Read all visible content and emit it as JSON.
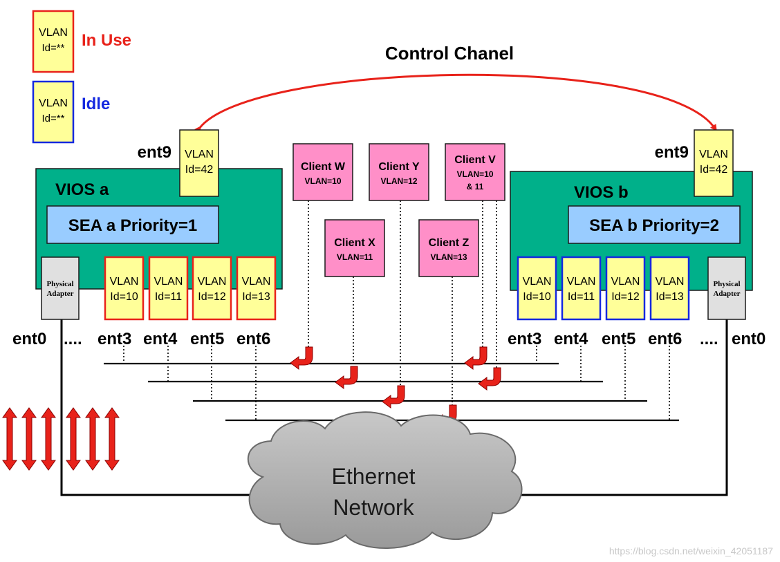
{
  "legend": {
    "in_use": {
      "vlan": "VLAN",
      "id": "Id=**",
      "label": "In Use"
    },
    "idle": {
      "vlan": "VLAN",
      "id": "Id=**",
      "label": "Idle"
    }
  },
  "control_channel": "Control Chanel",
  "vios_a": {
    "title": "VIOS a",
    "sea": "SEA a Priority=1",
    "ent9": "ent9",
    "ctrl_vlan": {
      "vlan": "VLAN",
      "id": "Id=42"
    },
    "physical_adapter": [
      "Physical",
      "Adapter"
    ],
    "vlans": [
      {
        "vlan": "VLAN",
        "id": "Id=10"
      },
      {
        "vlan": "VLAN",
        "id": "Id=11"
      },
      {
        "vlan": "VLAN",
        "id": "Id=12"
      },
      {
        "vlan": "VLAN",
        "id": "Id=13"
      }
    ],
    "ent_labels": [
      "ent0",
      "....",
      "ent3",
      "ent4",
      "ent5",
      "ent6"
    ]
  },
  "vios_b": {
    "title": "VIOS b",
    "sea": "SEA b Priority=2",
    "ent9": "ent9",
    "ctrl_vlan": {
      "vlan": "VLAN",
      "id": "Id=42"
    },
    "physical_adapter": [
      "Physical",
      "Adapter"
    ],
    "vlans": [
      {
        "vlan": "VLAN",
        "id": "Id=10"
      },
      {
        "vlan": "VLAN",
        "id": "Id=11"
      },
      {
        "vlan": "VLAN",
        "id": "Id=12"
      },
      {
        "vlan": "VLAN",
        "id": "Id=13"
      }
    ],
    "ent_labels": [
      "ent3",
      "ent4",
      "ent5",
      "ent6",
      "....",
      "ent0"
    ]
  },
  "clients": [
    {
      "name": "Client W",
      "vlan": "VLAN=10"
    },
    {
      "name": "Client Y",
      "vlan": "VLAN=12"
    },
    {
      "name": "Client V",
      "vlan": "VLAN=10",
      "vlan2": "& 11"
    },
    {
      "name": "Client X",
      "vlan": "VLAN=11"
    },
    {
      "name": "Client Z",
      "vlan": "VLAN=13"
    }
  ],
  "network": {
    "line1": "Ethernet",
    "line2": "Network"
  },
  "watermark": "https://blog.csdn.net/weixin_42051187",
  "colors": {
    "in_use_border": "#e8221a",
    "idle_border": "#1428e0",
    "vlan_fill": "#ffff99",
    "vios_fill": "#00b08a",
    "sea_fill": "#99ccff",
    "client_fill": "#ff8fc8",
    "cloud_fill": "#b4b4b4",
    "arrow_red": "#e8221a"
  }
}
